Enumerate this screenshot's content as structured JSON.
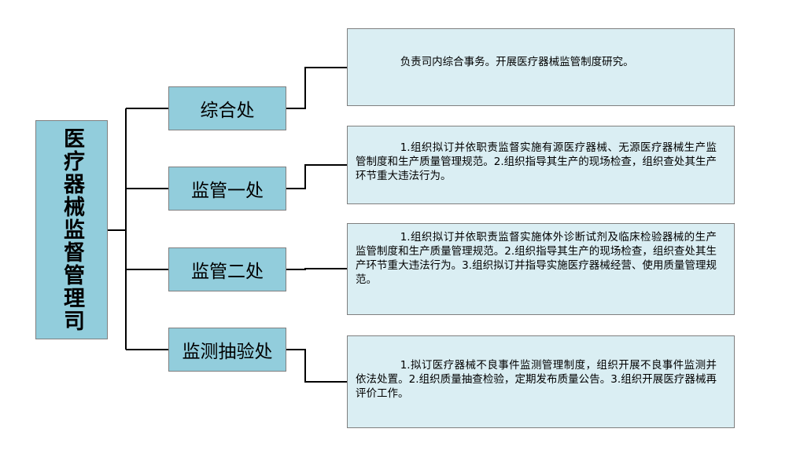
{
  "root": {
    "label": "医疗器械监督管理司"
  },
  "departments": [
    {
      "name": "综合处",
      "description": "负责司内综合事务。开展医疗器械监管制度研究。"
    },
    {
      "name": "监管一处",
      "description": "1.组织拟订并依职责监督实施有源医疗器械、无源医疗器械生产监管制度和生产质量管理规范。2.组织指导其生产的现场检查，组织查处其生产环节重大违法行为。"
    },
    {
      "name": "监管二处",
      "description": "1.组织拟订并依职责监督实施体外诊断试剂及临床检验器械的生产监管制度和生产质量管理规范。2.组织指导其生产的现场检查，组织查处其生产环节重大违法行为。3.组织拟订并指导实施医疗器械经营、使用质量管理规范。"
    },
    {
      "name": "监测抽验处",
      "description": "1.拟订医疗器械不良事件监测管理制度，组织开展不良事件监测并依法处置。2.组织质量抽查检验，定期发布质量公告。3.组织开展医疗器械再评价工作。"
    }
  ],
  "colors": {
    "box_fill": "#92cddc",
    "desc_fill": "#daeef3",
    "border": "#7f7f7f",
    "line": "#000000"
  }
}
